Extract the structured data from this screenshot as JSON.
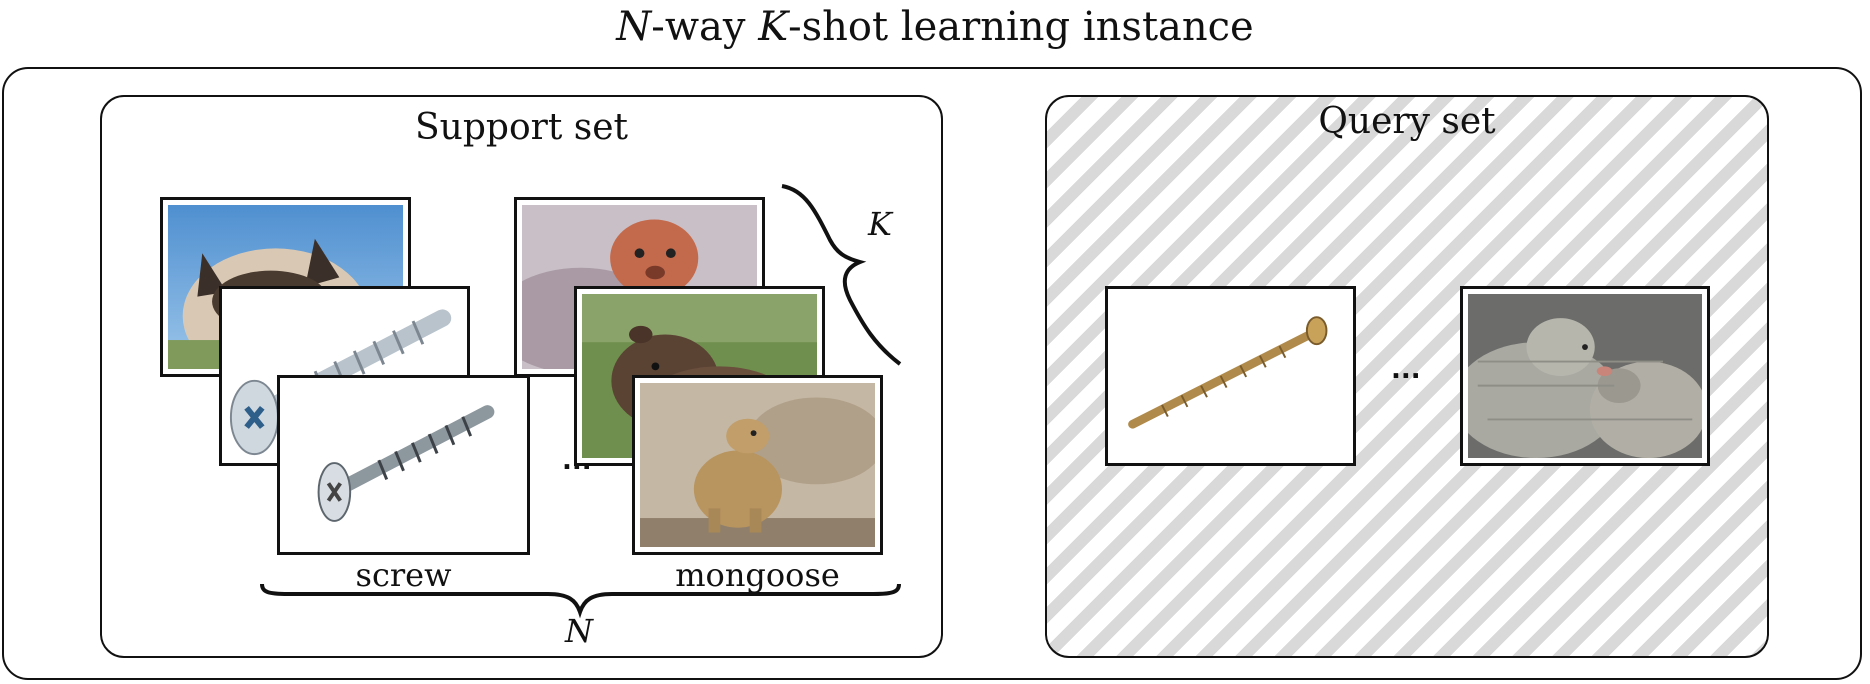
{
  "title": {
    "n_symbol": "N",
    "part1": "-way ",
    "k_symbol": "K",
    "part2": "-shot learning instance"
  },
  "support_set": {
    "title": "Support set",
    "classes": [
      {
        "label": "screw",
        "images": [
          "cat-image",
          "screw-image",
          "screw-image"
        ]
      },
      {
        "label": "mongoose",
        "images": [
          "mongoose-image",
          "capybara-image",
          "mongoose-image"
        ]
      }
    ],
    "k_label": "K",
    "n_label": "N",
    "ellipsis": "..."
  },
  "query_set": {
    "title": "Query set",
    "images": [
      "screw-image",
      "mongoose-image"
    ],
    "ellipsis": "..."
  },
  "colors": {
    "border": "#111111",
    "stripe": "#d9d9d9",
    "background": "#ffffff"
  }
}
